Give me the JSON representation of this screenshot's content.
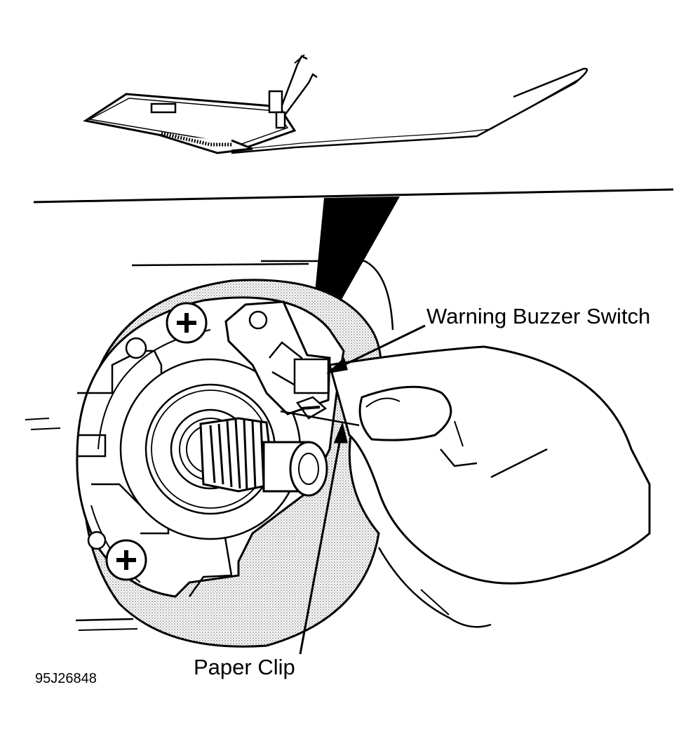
{
  "labels": {
    "warning_buzzer_switch": "Warning Buzzer Switch",
    "paper_clip": "Paper Clip",
    "figure_id": "95J26848"
  },
  "colors": {
    "ink": "#000000",
    "paper": "#ffffff",
    "stipple": "#c8c8c8"
  }
}
